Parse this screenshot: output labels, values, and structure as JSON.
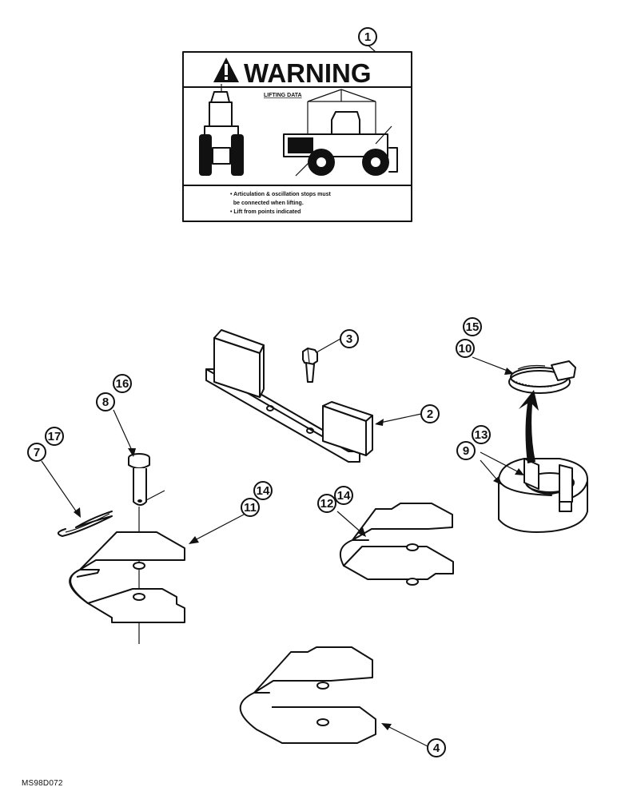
{
  "decal": {
    "heading": "WARNING",
    "subheading": "LIFTING DATA",
    "notes": [
      "• Articulation & oscillation stops must",
      "  be connected when lifting.",
      "• Lift from points indicated"
    ]
  },
  "callouts": {
    "c1": "1",
    "c2": "2",
    "c3": "3",
    "c4": "4",
    "c7": "7",
    "c8": "8",
    "c9": "9",
    "c10": "10",
    "c11": "11",
    "c12": "12",
    "c13": "13",
    "c14a": "14",
    "c14b": "14",
    "c15": "15",
    "c16": "16",
    "c17": "17"
  },
  "drawing_code": "MS98D072"
}
